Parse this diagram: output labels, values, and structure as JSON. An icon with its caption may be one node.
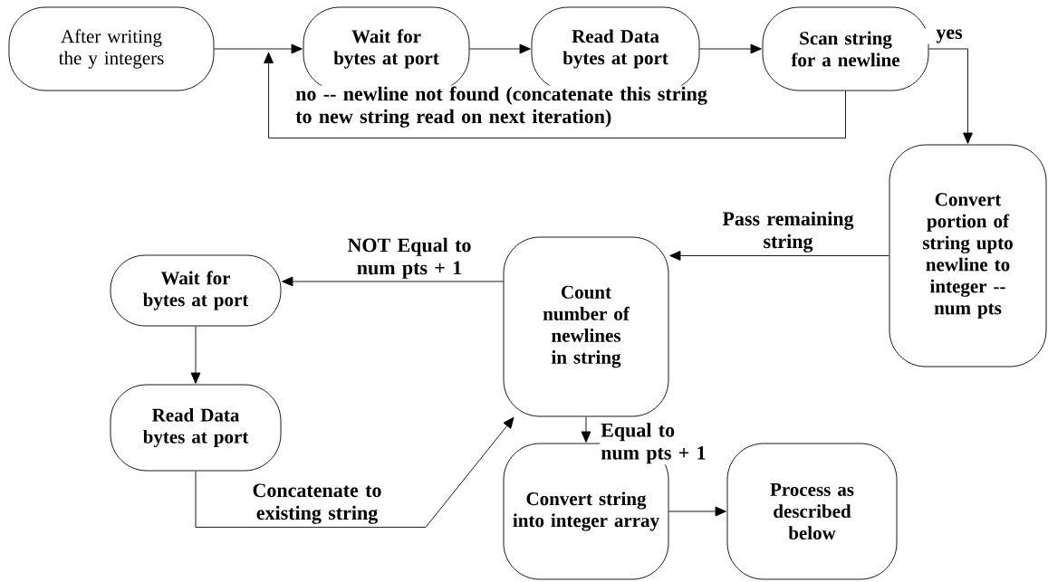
{
  "diagram": {
    "nodes": [
      {
        "text": [
          "After writing the y integers"
        ]
      },
      {
        "text": [
          "Wait for bytes at port"
        ]
      },
      {
        "text": [
          "Read Data bytes at port"
        ]
      },
      {
        "text": [
          "Scan string for a newline"
        ]
      },
      {
        "text": [
          "Convert portion of string upto newline to integer -- num pts"
        ]
      },
      {
        "text": [
          "Count number of newlines in string"
        ]
      },
      {
        "text": [
          "Wait for bytes at port"
        ]
      },
      {
        "text": [
          "Read Data bytes at port"
        ]
      },
      {
        "text": [
          "Convert string into integer array"
        ]
      },
      {
        "text": [
          "Process as described below"
        ]
      }
    ],
    "edges": [
      {
        "from": 0,
        "to": 1,
        "arrow": "to"
      },
      {
        "from": 1,
        "to": 2,
        "arrow": "to"
      },
      {
        "from": 2,
        "to": 3,
        "arrow": "to"
      },
      {
        "from": 3,
        "to": 1,
        "arrow": "to",
        "label": "no -- newline not found (concatenate this string to new string read on next iteration)"
      },
      {
        "from": 3,
        "to": 4,
        "arrow": "to",
        "label": "yes"
      },
      {
        "from": 4,
        "to": 5,
        "arrow": "to",
        "label": "Pass remaining string"
      },
      {
        "from": 5,
        "to": 6,
        "arrow": "to",
        "label": "NOT Equal to num pts + 1"
      },
      {
        "from": 6,
        "to": 7,
        "arrow": "to"
      },
      {
        "from": 7,
        "to": 5,
        "arrow": "to",
        "label": "Concatenate to existing string"
      },
      {
        "from": 5,
        "to": 8,
        "arrow": "to",
        "label": "Equal to num pts + 1"
      },
      {
        "from": 8,
        "to": 9,
        "arrow": "to"
      }
    ]
  }
}
